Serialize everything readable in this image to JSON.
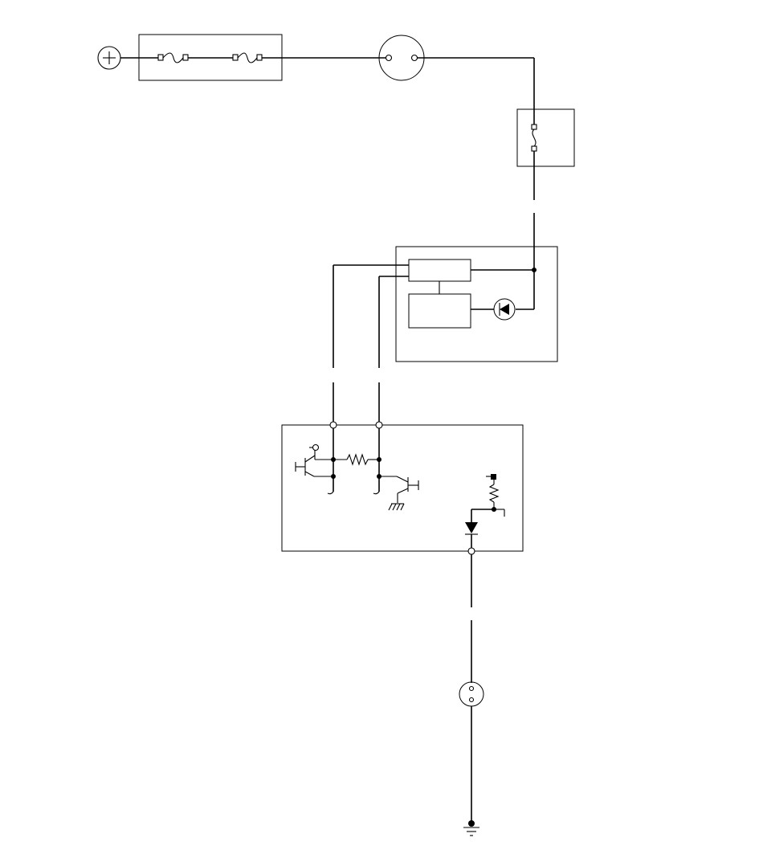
{
  "diagram": {
    "type": "wiring-schematic",
    "labels": [],
    "components": [
      {
        "name": "power-source",
        "icon": "plus-circle-icon"
      },
      {
        "name": "fuse-block",
        "icon": "fuse-icon",
        "fuse_count": 2
      },
      {
        "name": "round-connector",
        "icon": "connector-icon"
      },
      {
        "name": "switch-contact",
        "icon": "switch-icon"
      },
      {
        "name": "control-unit",
        "icon": "module-icon"
      },
      {
        "name": "transistor-circuit-module",
        "icon": "transistor-icon"
      },
      {
        "name": "indicator-lamp",
        "icon": "lamp-icon"
      },
      {
        "name": "ground",
        "icon": "ground-icon"
      }
    ],
    "colors": {
      "line": "#000000",
      "background": "#ffffff"
    }
  }
}
